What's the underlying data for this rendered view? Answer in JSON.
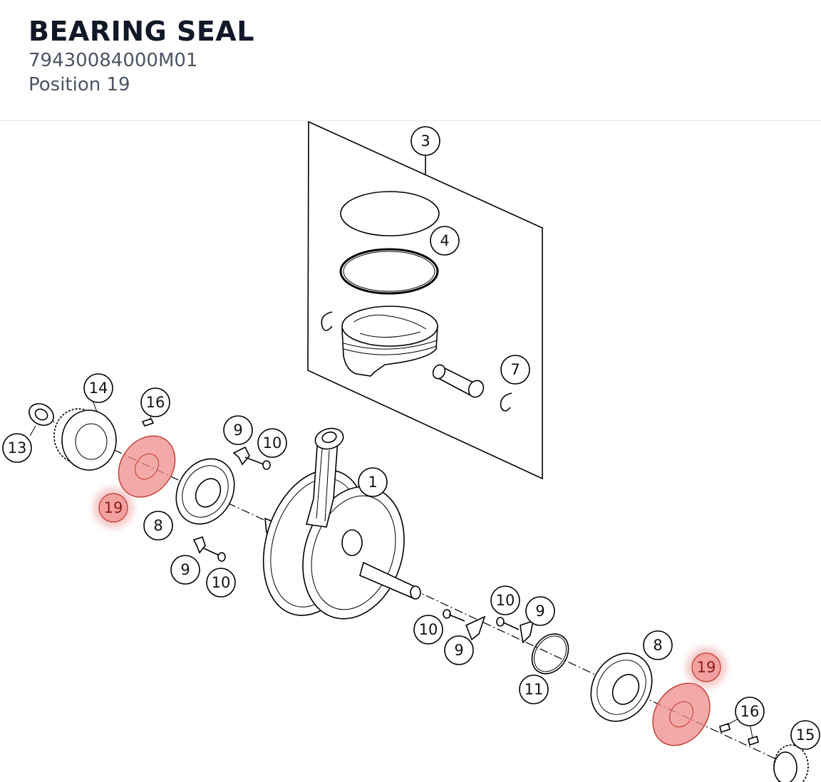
{
  "header": {
    "title": "BEARING SEAL",
    "part_number": "79430084000M01",
    "position": "Position 19"
  },
  "colors": {
    "highlight": "#f08c8c",
    "highlight_stroke": "#c0392b",
    "title": "#111827",
    "subtitle": "#4b5563"
  },
  "callouts": {
    "c1": "1",
    "c3": "3",
    "c4": "4",
    "c7": "7",
    "c8a": "8",
    "c8b": "8",
    "c9a": "9",
    "c9b": "9",
    "c9c": "9",
    "c9d": "9",
    "c10a": "10",
    "c10b": "10",
    "c10c": "10",
    "c10d": "10",
    "c11": "11",
    "c13": "13",
    "c14": "14",
    "c15": "15",
    "c16a": "16",
    "c16b": "16",
    "c19a": "19",
    "c19b": "19"
  }
}
